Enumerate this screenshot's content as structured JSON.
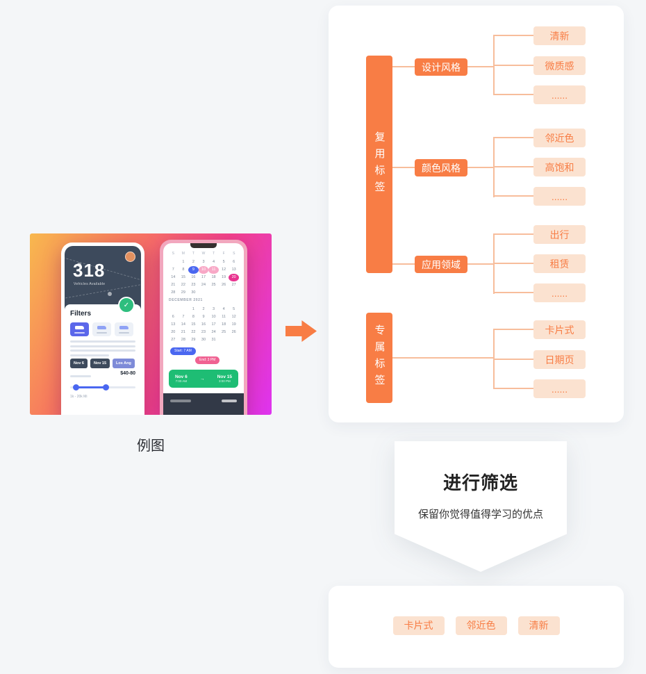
{
  "colors": {
    "accent": "#F87D45",
    "leaf_bg": "#FBE2D0",
    "line": "#F7BD9B",
    "page_bg": "#F4F6F8",
    "check_green": "#2EBE7E",
    "cta_green": "#1EBD74",
    "blue": "#4A67F0",
    "pink": "#F06292",
    "magenta": "#E8338F",
    "navy": "#3D4A5C",
    "phone_pink": "#F2A7BE"
  },
  "example": {
    "caption": "例图",
    "left_phone": {
      "headline": "318",
      "subline": "Vehicles Available",
      "panel_title": "Filters",
      "check": "✓",
      "date_from": "Nov 6",
      "date_to": "Nov 15",
      "location": "Los Ang",
      "price": "$40-80",
      "range_note": "1k - 20k Mi"
    },
    "right_phone": {
      "weekdays": [
        "S",
        "M",
        "T",
        "W",
        "T",
        "F",
        "S"
      ],
      "calendar1": [
        "",
        "1",
        "2",
        "3",
        "4",
        "5",
        "6",
        "7",
        "8",
        "9",
        "10",
        "11",
        "12",
        "13",
        "14",
        "15",
        "16",
        "17",
        "18",
        "19",
        "20",
        "21",
        "22",
        "23",
        "24",
        "25",
        "26",
        "27",
        "28",
        "29",
        "30",
        "",
        "",
        "",
        ""
      ],
      "month_label": "DECEMBER 2021",
      "calendar2": [
        "",
        "",
        "1",
        "2",
        "3",
        "4",
        "5",
        "6",
        "7",
        "8",
        "9",
        "10",
        "11",
        "12",
        "13",
        "14",
        "15",
        "16",
        "17",
        "18",
        "19",
        "20",
        "21",
        "22",
        "23",
        "24",
        "25",
        "26",
        "27",
        "28",
        "29",
        "30",
        "31",
        "",
        ""
      ],
      "start_pill": "Start: 7 AM",
      "end_pill": "End: 3 PM",
      "cta": {
        "from": "Nov 6",
        "from_time": "7:00 AM",
        "arrow": "→",
        "to": "Nov 15",
        "to_time": "3:00 PM"
      }
    }
  },
  "mindmap": {
    "reusable": {
      "label": "复用标签",
      "branches": [
        {
          "label": "设计风格",
          "leaves": [
            "清新",
            "微质感",
            "......"
          ]
        },
        {
          "label": "颜色风格",
          "leaves": [
            "邻近色",
            "高饱和",
            "......"
          ]
        },
        {
          "label": "应用领域",
          "leaves": [
            "出行",
            "租赁",
            "......"
          ]
        }
      ]
    },
    "exclusive": {
      "label": "专属标签",
      "leaves": [
        "卡片式",
        "日期页",
        "......"
      ]
    }
  },
  "filter_step": {
    "title": "进行筛选",
    "subtitle": "保留你觉得值得学习的优点"
  },
  "result": {
    "tags": [
      "卡片式",
      "邻近色",
      "清新"
    ]
  }
}
